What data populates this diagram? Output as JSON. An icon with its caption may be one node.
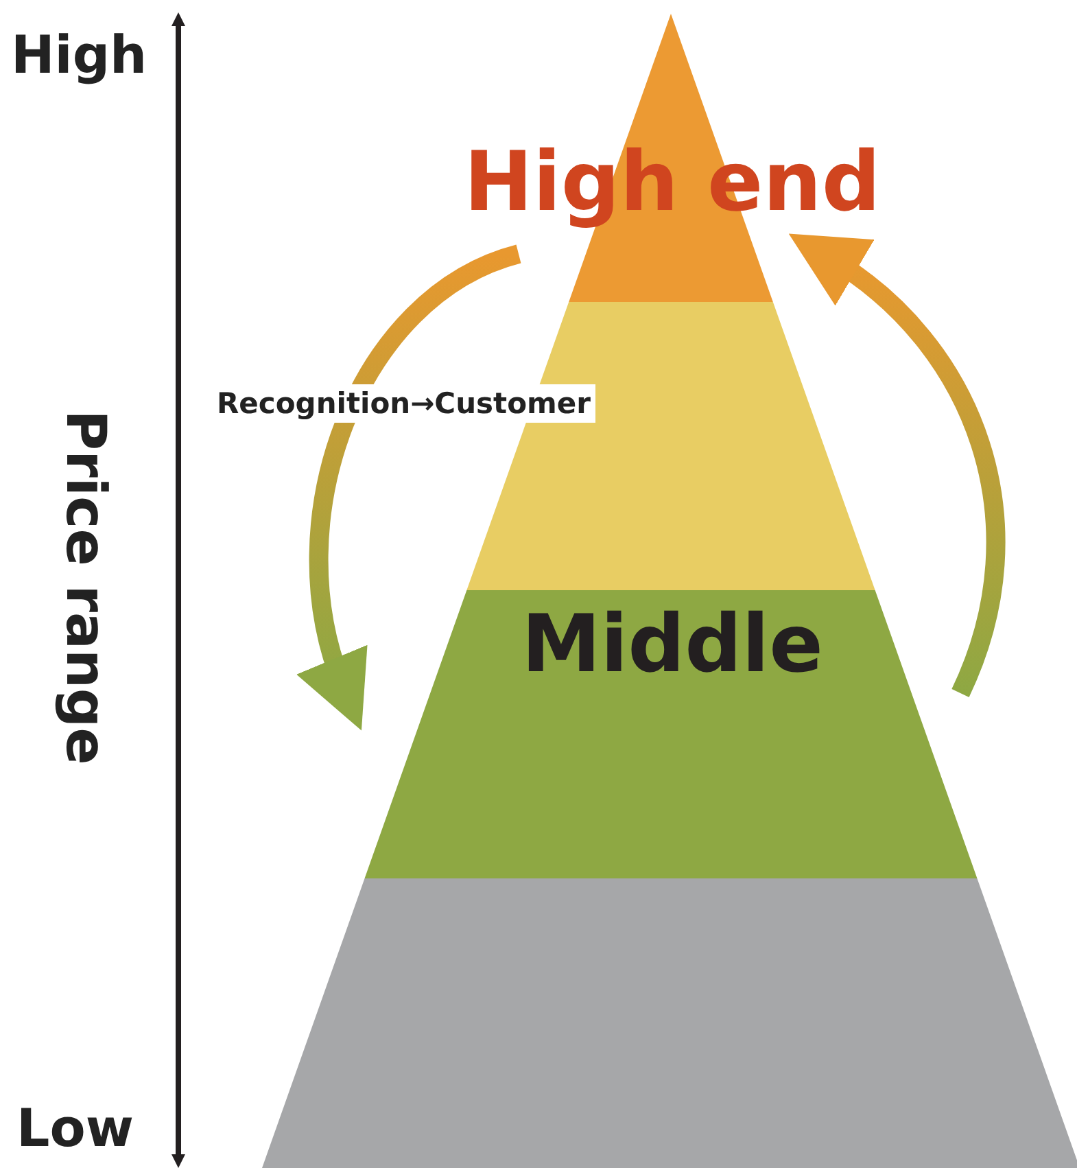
{
  "diagram": {
    "nodes": [
      {
        "text": [
          "High end"
        ]
      },
      {
        "text": [],
        "shape": "trapezoid"
      },
      {
        "text": [
          "Middle"
        ]
      },
      {
        "text": [],
        "shape": "trapezoid"
      }
    ],
    "edges": [
      {
        "from": 0,
        "to": 2,
        "arrow": "to",
        "label": "Recognition→Customer"
      },
      {
        "from": 2,
        "to": 0,
        "arrow": "to"
      }
    ],
    "labels": [
      "High",
      "Price range",
      "Low"
    ]
  }
}
